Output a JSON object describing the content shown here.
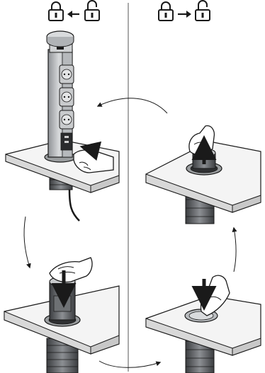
{
  "header": {
    "left_icons": [
      "locked-padlock-icon",
      "arrow-left-icon",
      "unlocked-padlock-icon"
    ],
    "right_icons": [
      "locked-padlock-icon",
      "arrow-right-icon",
      "unlocked-padlock-icon"
    ]
  },
  "steps": [
    {
      "id": "extended-socket",
      "icons": [
        "press-button-hand-icon"
      ]
    },
    {
      "id": "push-down",
      "icons": [
        "palm-press-hand-icon",
        "arrow-down-icon"
      ]
    },
    {
      "id": "retracted-press-lid",
      "icons": [
        "finger-press-hand-icon",
        "arrow-down-icon"
      ]
    },
    {
      "id": "lid-popup",
      "icons": [
        "finger-lift-hand-icon",
        "arrow-up-icon"
      ]
    }
  ],
  "flow": [
    "step-1-to-step-2",
    "step-2-to-step-3",
    "step-3-to-step-4",
    "step-4-to-step-1"
  ],
  "colors": {
    "ink": "#1a1a1a",
    "metal": "#b9bcbf",
    "metal_dark": "#6f7275",
    "counter": "#f2f2f2",
    "shadow": "#dcdcdc"
  }
}
